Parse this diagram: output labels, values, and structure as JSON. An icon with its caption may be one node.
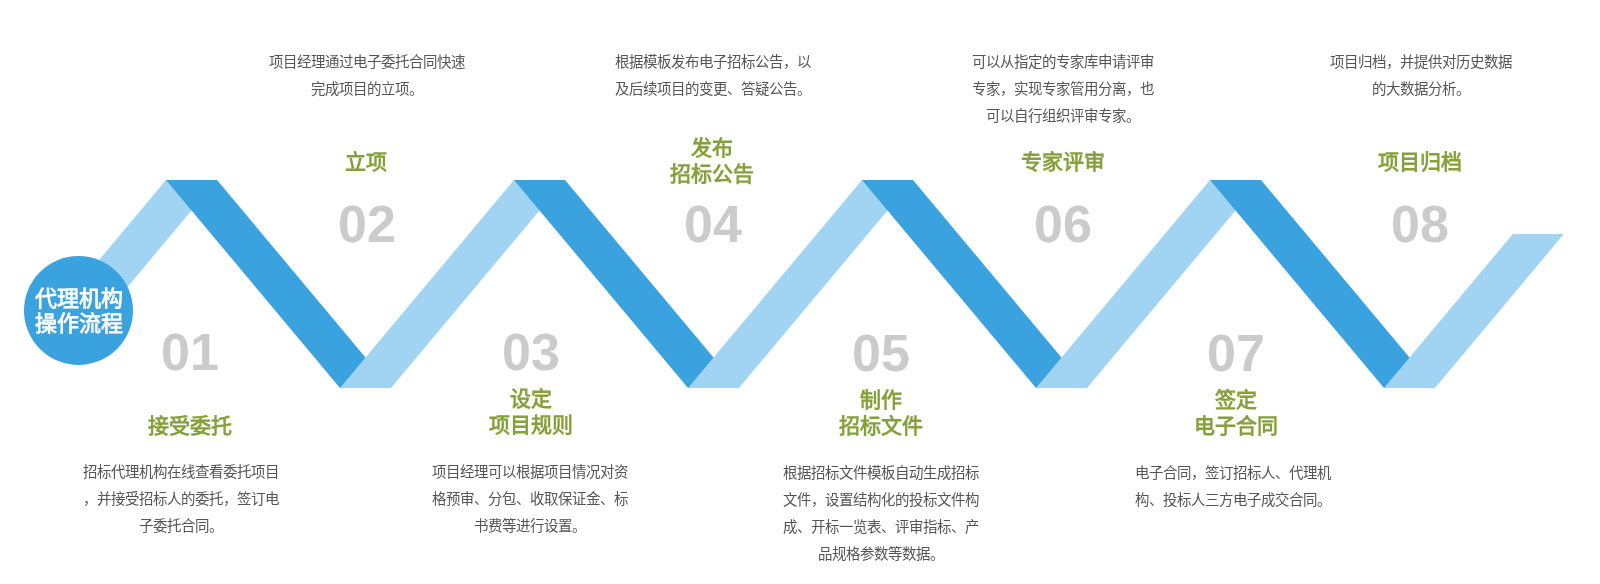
{
  "diagram": {
    "nodes": [
      {
        "text": [
          "代理机构操作流程"
        ]
      }
    ],
    "labels": [
      "01",
      "接受委托",
      "招标代理机构在线查看委托项目，并接受招标人的委托，签订电子委托合同。",
      "02",
      "立项",
      "项目经理通过电子委托合同快速完成项目的立项。",
      "03",
      "设定项目规则",
      "项目经理可以根据项目情况对资格预审、分包、收取保证金、标书费等进行设置。",
      "04",
      "发布招标公告",
      "根据模板发布电子招标公告，以及后续项目的变更、答疑公告。",
      "05",
      "制作招标文件",
      "根据招标文件模板自动生成招标文件，设置结构化的投标文件构成、开标一览表、评审指标、产品规格参数等数据。",
      "06",
      "专家评审",
      "可以从指定的专家库申请评审专家，实现专家管用分离，也可以自行组织评审专家。",
      "07",
      "签定电子合同",
      "电子合同，签订招标人、代理机构、投标人三方电子成交合同。",
      "08",
      "项目归档",
      "项目归档，并提供对历史数据的大数据分析。"
    ]
  }
}
